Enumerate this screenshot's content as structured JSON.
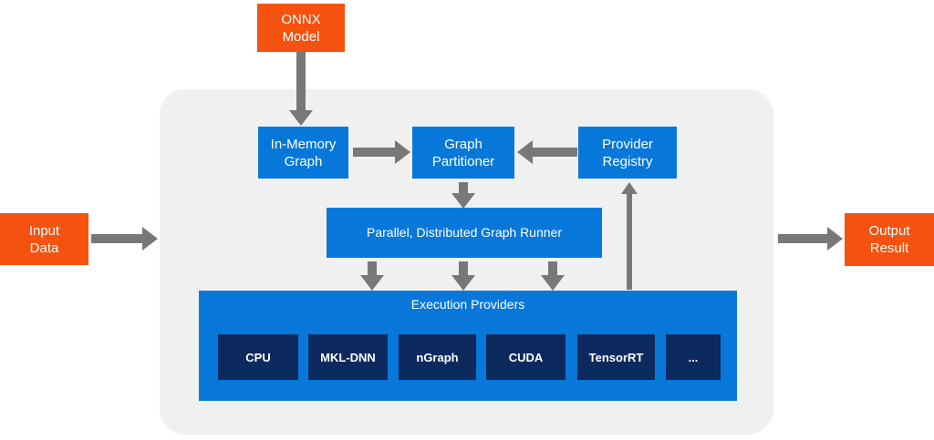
{
  "colors": {
    "blue": "#0778d9",
    "navy": "#0d2a5e",
    "orange": "#f4520e",
    "panel": "#f0f0f0",
    "arrow": "#787878"
  },
  "nodes": {
    "onnx_model": "ONNX Model",
    "input_data": "Input Data",
    "output_result": "Output Result",
    "in_memory_graph": "In-Memory Graph",
    "graph_partitioner": "Graph Partitioner",
    "provider_registry": "Provider Registry",
    "graph_runner": "Parallel, Distributed Graph Runner",
    "execution_providers_title": "Execution Providers",
    "providers": [
      "CPU",
      "MKL-DNN",
      "nGraph",
      "CUDA",
      "TensorRT",
      "..."
    ]
  }
}
